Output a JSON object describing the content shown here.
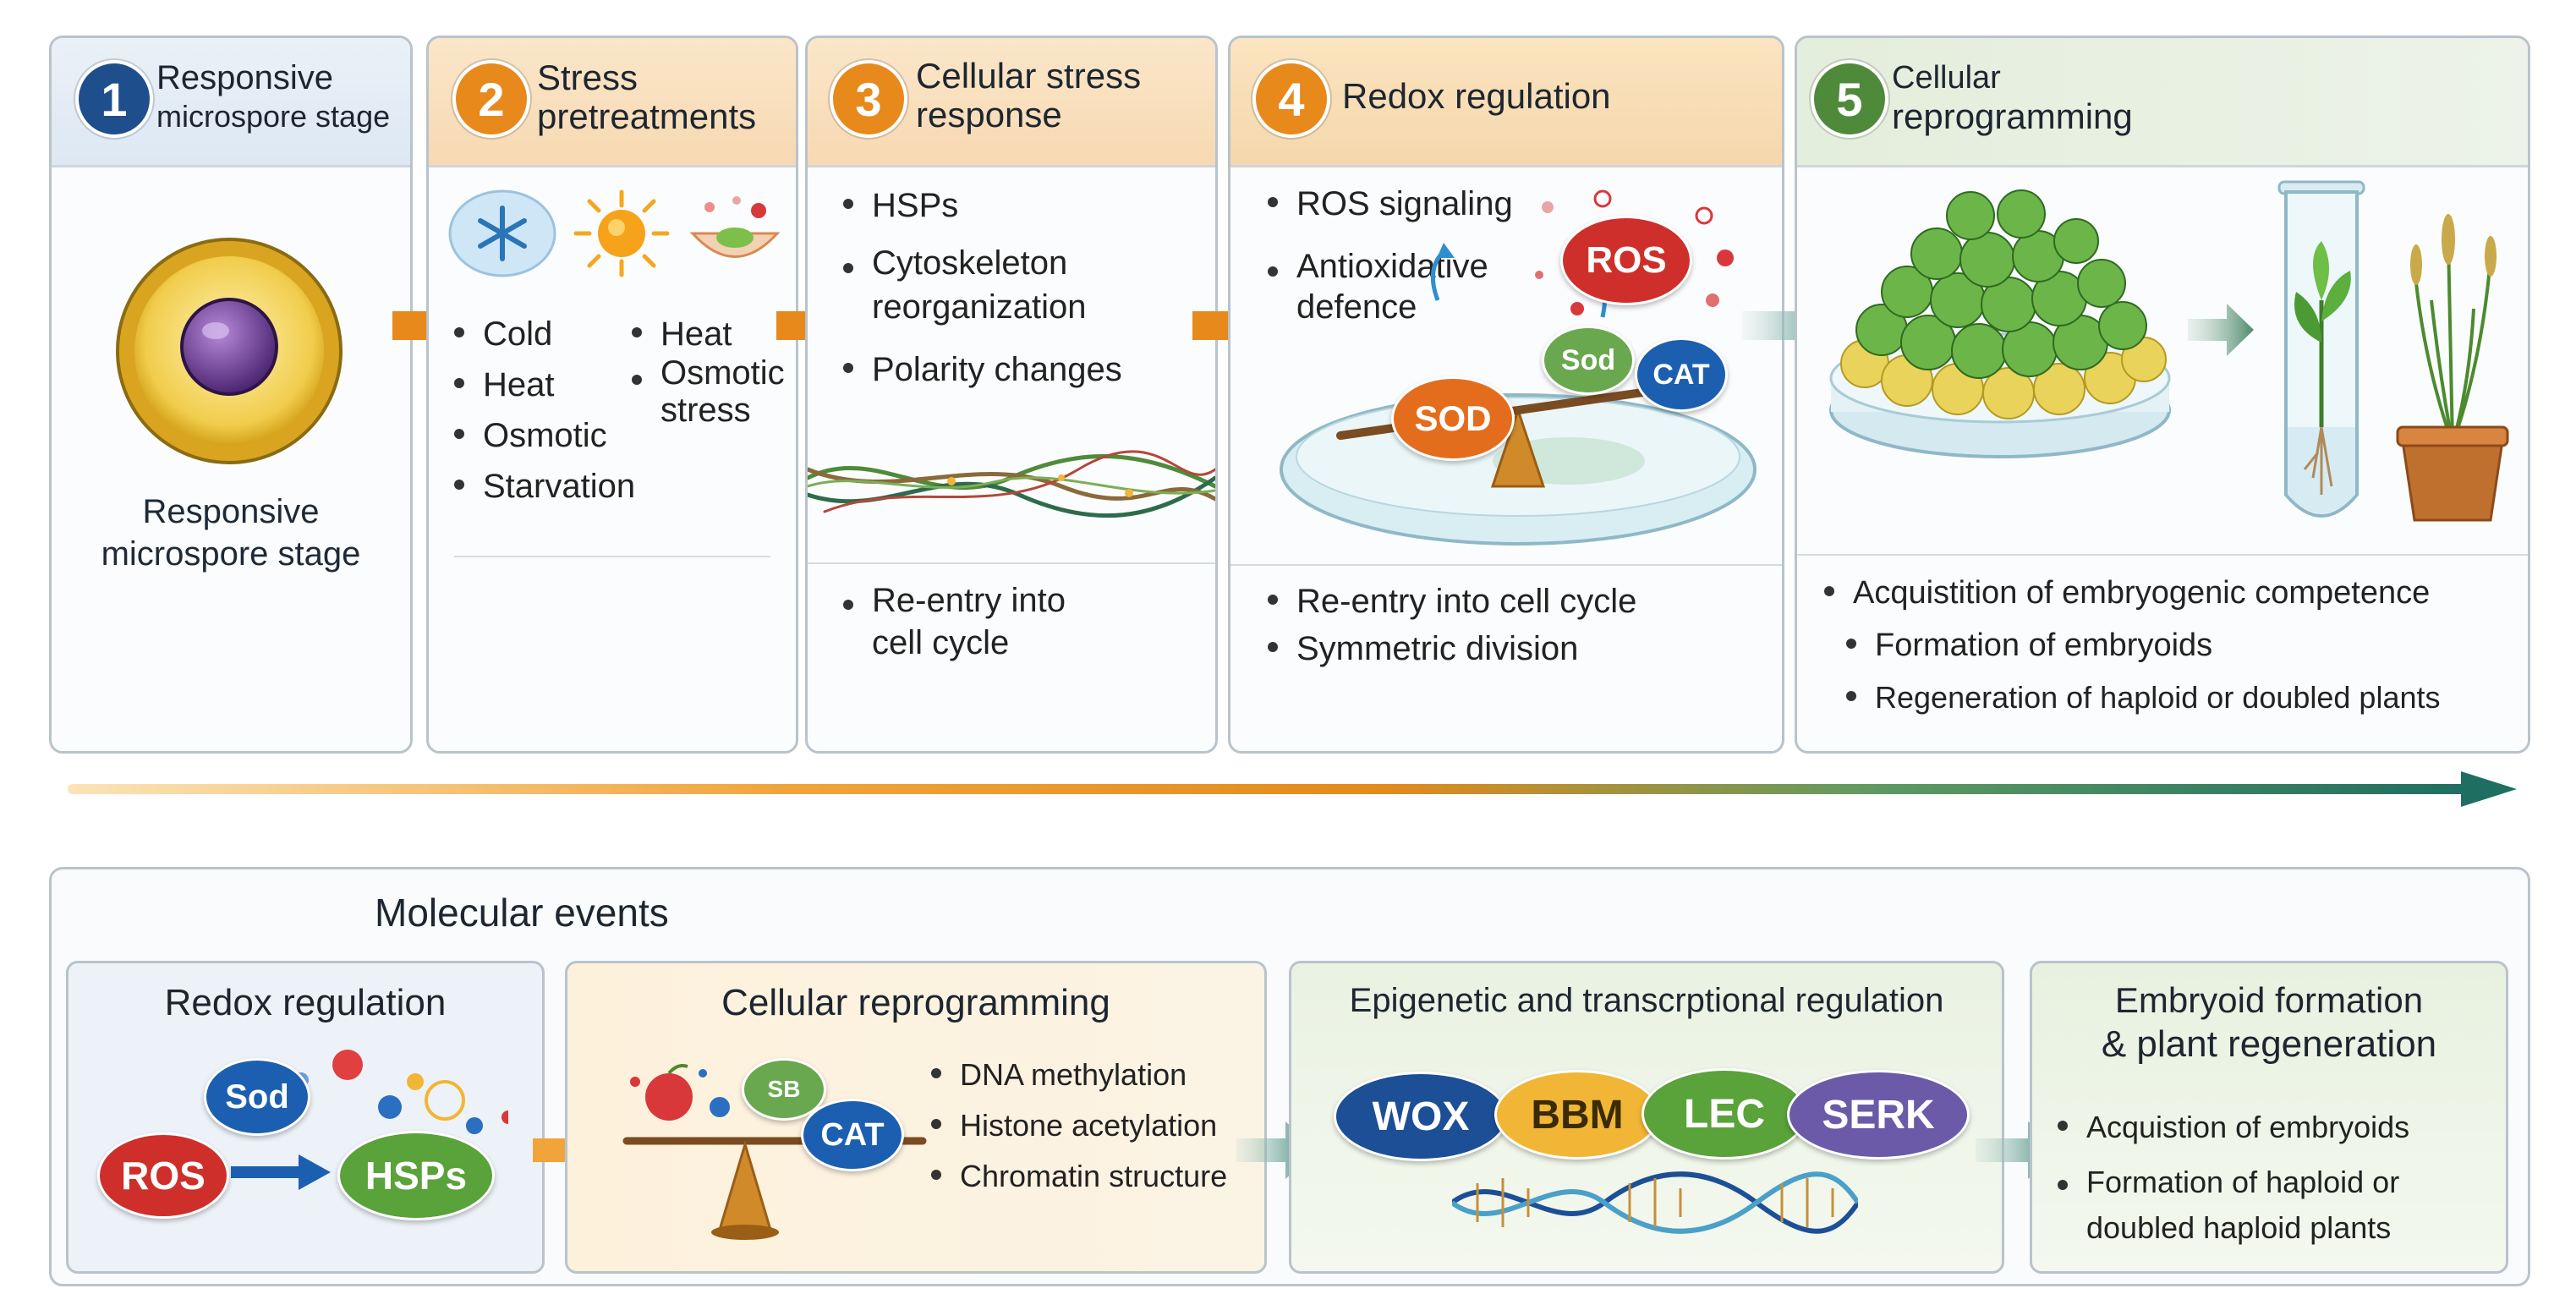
{
  "stages": [
    {
      "number": "1",
      "title_lines": [
        "Responsive",
        "microspore stage"
      ],
      "caption_lines": [
        "Responsive",
        "microspore stage"
      ],
      "color": "#1f4e8c"
    },
    {
      "number": "2",
      "title_lines": [
        "Stress",
        "pretreatments"
      ],
      "bullets_left": [
        "Cold",
        "Heat",
        "Osmotic",
        "Starvation"
      ],
      "bullets_right": [
        "Heat",
        "Osmotic stress"
      ],
      "color": "#e8891c"
    },
    {
      "number": "3",
      "title_lines": [
        "Cellular stress",
        "response"
      ],
      "bullets": [
        "HSPs",
        "Cytoskeleton reorganization",
        "Polarity changes"
      ],
      "bullets_bottom": [
        "Re-entry into cell cycle"
      ],
      "color": "#e8891c"
    },
    {
      "number": "4",
      "title_lines": [
        "Redox regulation"
      ],
      "bullets": [
        "ROS signaling",
        "Antioxidative defence"
      ],
      "bullets_bottom": [
        "Re-entry into cell cycle",
        "Symmetric division"
      ],
      "labels": {
        "ros": "ROS",
        "sod_small": "Sod",
        "cat": "CAT",
        "sod": "SOD"
      },
      "color": "#e8891c"
    },
    {
      "number": "5",
      "title_lines": [
        "Cellular",
        "reprogramming"
      ],
      "bullets": [
        "Acquistition of embryogenic competence",
        "Formation of embryoids",
        "Regeneration of haploid or doubled plants"
      ],
      "color": "#4f8a3a"
    }
  ],
  "molecular": {
    "title": "Molecular events",
    "boxes": [
      {
        "title": "Redox regulation",
        "labels": {
          "sod": "Sod",
          "ros": "ROS",
          "hsps": "HSPs"
        }
      },
      {
        "title": "Cellular reprogramming",
        "labels": {
          "sb": "SB",
          "cat": "CAT"
        },
        "bullets": [
          "DNA methylation",
          "Histone acetylation",
          "Chromatin structure"
        ]
      },
      {
        "title": "Epigenetic and transcrptional regulation",
        "genes": [
          "WOX",
          "BBM",
          "LEC",
          "SERK"
        ]
      },
      {
        "title_lines": [
          "Embryoid formation",
          "& plant regeneration"
        ],
        "bullets": [
          "Acquistion of embryoids",
          "Formation of haploid or doubled haploid plants"
        ]
      }
    ]
  },
  "colors": {
    "orange": "#e8891c",
    "teal": "#2b7a6e",
    "navy": "#1f4e8c",
    "green": "#4f8a3a",
    "red": "#c8322d"
  }
}
